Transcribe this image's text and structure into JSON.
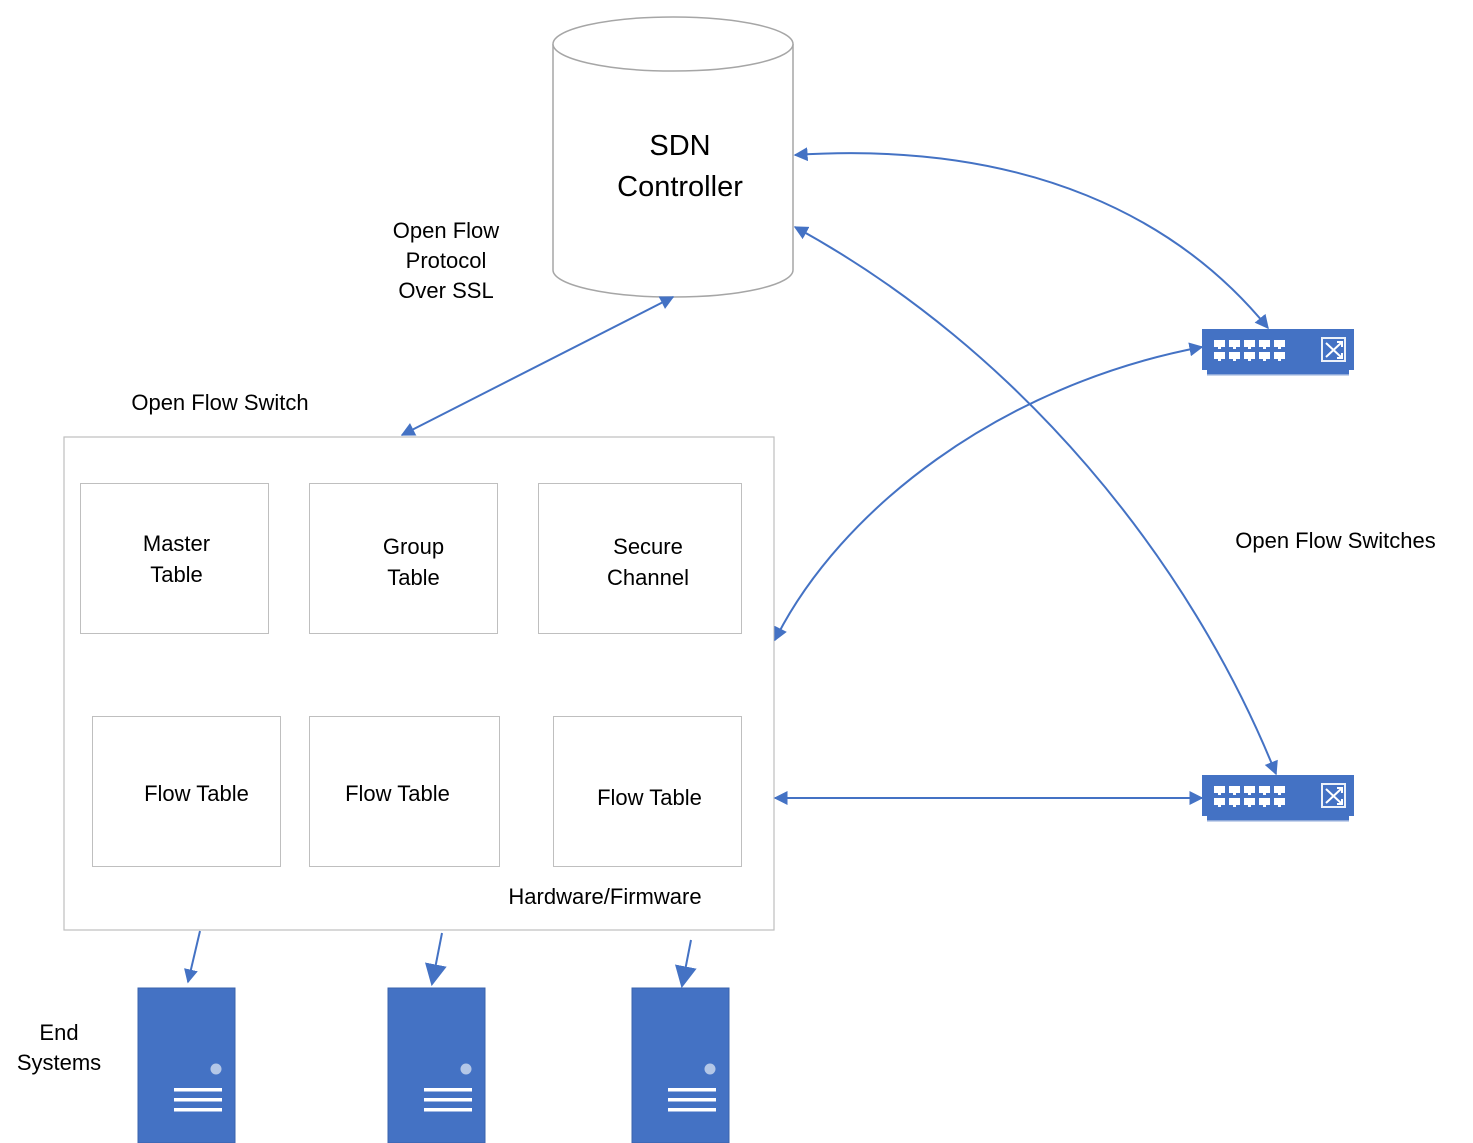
{
  "controller": {
    "label": "SDN\nController"
  },
  "protocol_label": "Open Flow\nProtocol\nOver SSL",
  "switch": {
    "title": "Open Flow Switch",
    "footer": "Hardware/Firmware",
    "tables": [
      {
        "label": "Master\nTable"
      },
      {
        "label": "Group\nTable"
      },
      {
        "label": "Secure\nChannel"
      },
      {
        "label": "Flow Table"
      },
      {
        "label": "Flow Table"
      },
      {
        "label": "Flow Table"
      }
    ]
  },
  "switches_label": "Open Flow Switches",
  "end_systems_label": "End\nSystems",
  "colors": {
    "accent": "#4472C4",
    "box_border": "#bfbfbf",
    "cylinder_border": "#a6a6a6"
  },
  "icons": {
    "network_switch": "network-switch-icon",
    "server": "server-icon"
  }
}
